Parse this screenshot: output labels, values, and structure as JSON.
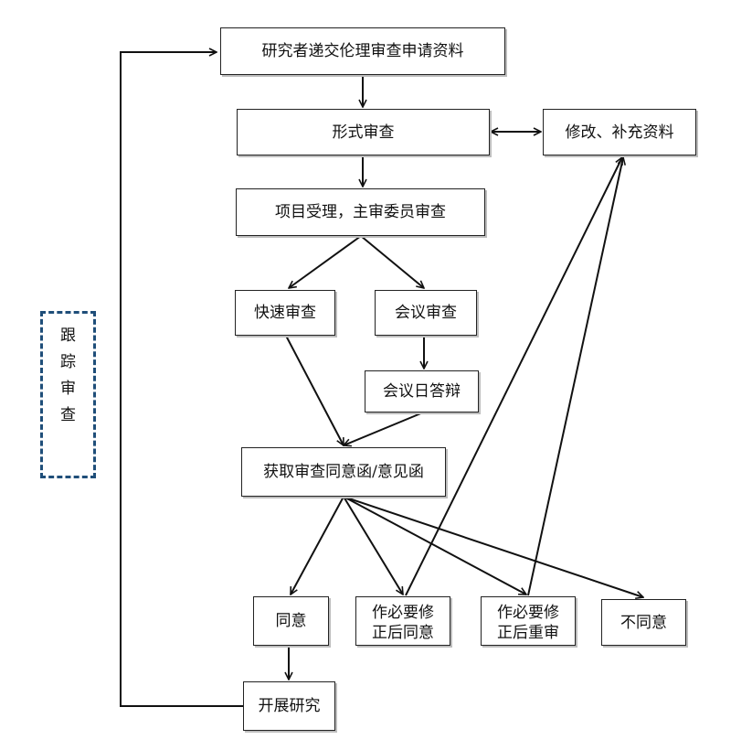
{
  "nodes": {
    "submit": "研究者递交伦理审查申请资料",
    "formal_review": "形式审查",
    "revise_supplement": "修改、补充资料",
    "accept_review": "项目受理，主审委员审查",
    "expedited_review": "快速审查",
    "meeting_review": "会议审查",
    "meeting_defense": "会议日答辩",
    "get_letter": "获取审查同意函/意见函",
    "approve": "同意",
    "approve_after_revision": "作必要修正后同意",
    "resubmit_after_revision": "作必要修正后重审",
    "disapprove": "不同意",
    "start_research": "开展研究"
  },
  "tracking": {
    "label": "跟踪审查",
    "chars": [
      "跟",
      "踪",
      "审",
      "查"
    ]
  }
}
